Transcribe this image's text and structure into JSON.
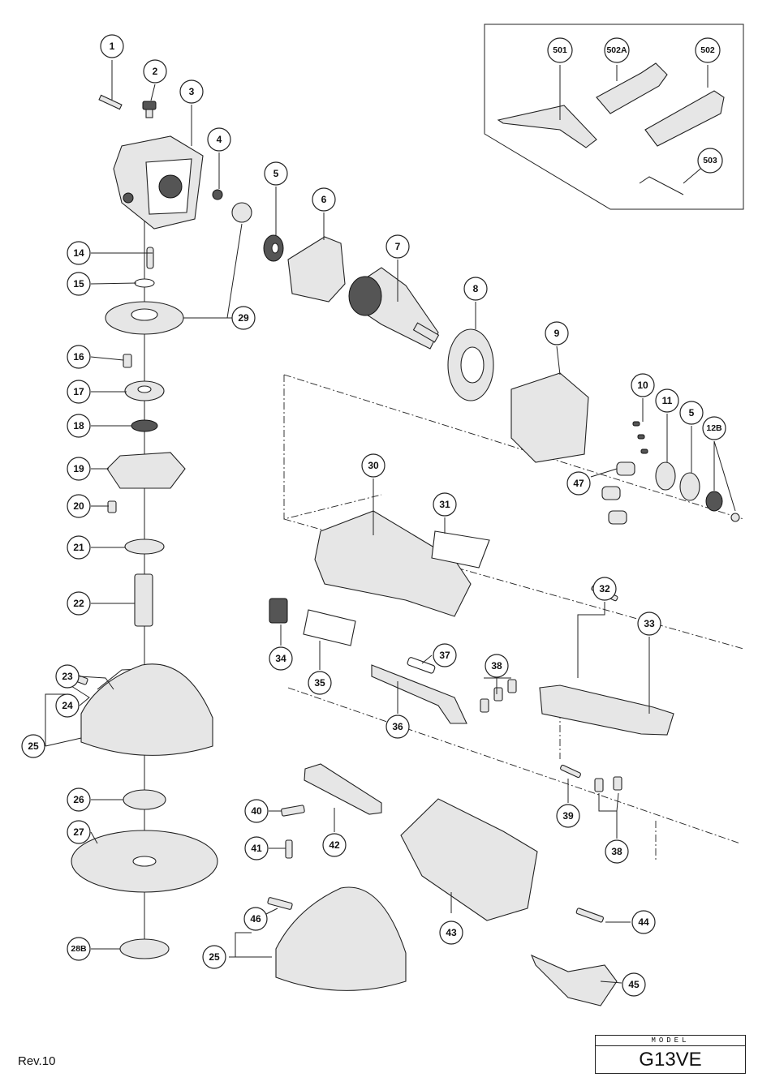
{
  "revision": "Rev.10",
  "model": {
    "label": "MODEL",
    "value": "G13VE"
  },
  "callouts": [
    "1",
    "2",
    "3",
    "4",
    "5",
    "6",
    "7",
    "8",
    "9",
    "10",
    "11",
    "5",
    "12B",
    "14",
    "15",
    "29",
    "16",
    "17",
    "18",
    "19",
    "20",
    "21",
    "22",
    "23",
    "24",
    "25",
    "26",
    "27",
    "28B",
    "30",
    "31",
    "32",
    "33",
    "34",
    "35",
    "36",
    "37",
    "38",
    "39",
    "38",
    "40",
    "41",
    "42",
    "43",
    "44",
    "45",
    "46",
    "25",
    "47",
    "501",
    "502A",
    "502",
    "503"
  ]
}
